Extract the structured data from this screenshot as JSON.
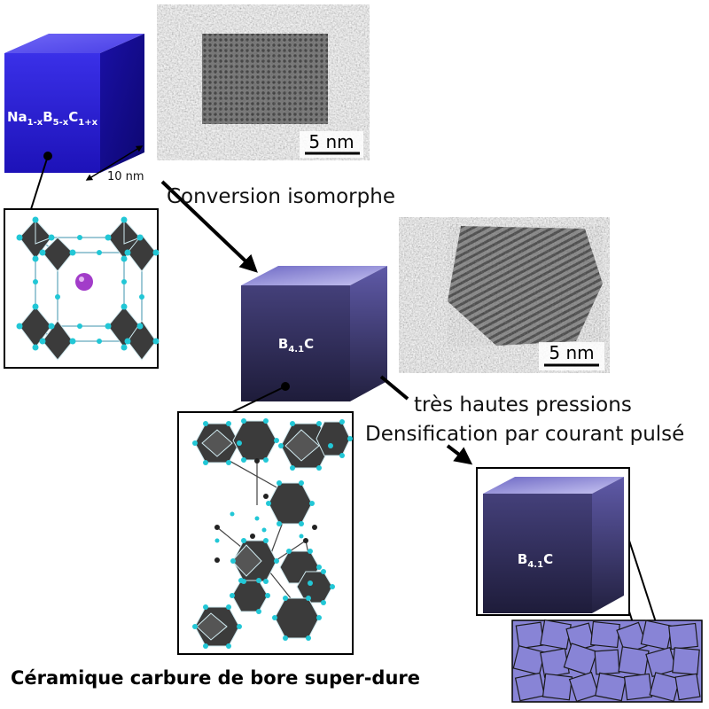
{
  "cube1": {
    "label_main": "Na",
    "sub1": "1-x",
    "b": "B",
    "sub2": "5-x",
    "c": "C",
    "sub3": "1+x",
    "size_label": "10 nm"
  },
  "cube2": {
    "label_main": "B",
    "sub": "4.1",
    "c": "C"
  },
  "cube3": {
    "label_main": "B",
    "sub": "4.1",
    "c": "C"
  },
  "micrograph1": {
    "scale_label": "5 nm"
  },
  "micrograph2": {
    "scale_label": "5 nm"
  },
  "arrow1_label": "Conversion isomorphe",
  "arrow2_label_line1": "très hautes pressions",
  "arrow2_label_line2": "Densification par courant pulsé",
  "caption": "Céramique carbure de bore super-dure",
  "colors": {
    "cube1_front": "#2a1fd6",
    "cube2_front": "#2c2a55",
    "cube2_top": "#9b98e8",
    "cyan": "#22c7d6",
    "purple": "#a23cc9",
    "grain": "#8884d6"
  }
}
